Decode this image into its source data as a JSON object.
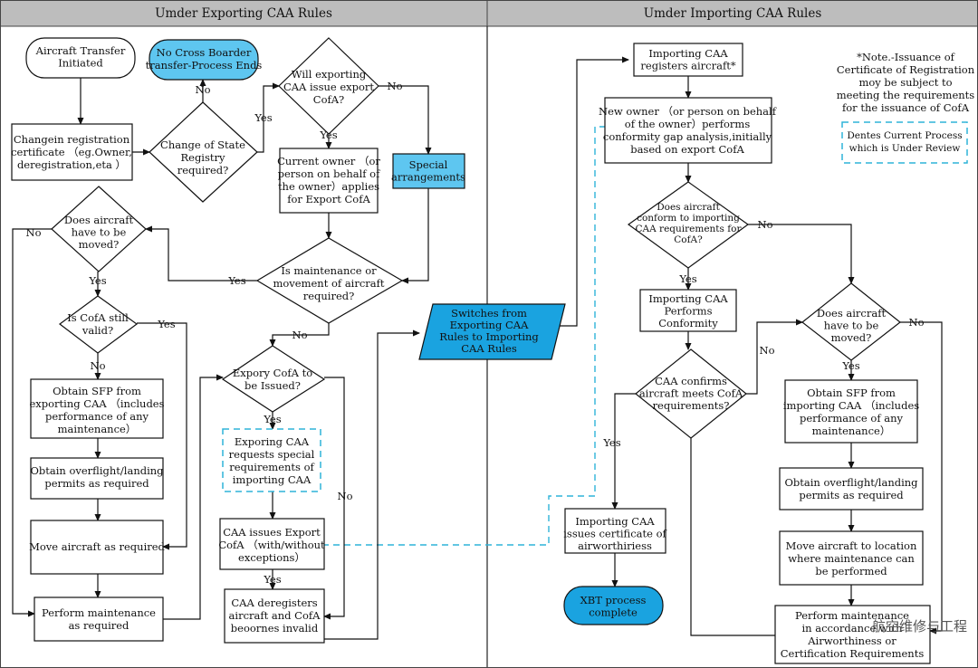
{
  "headers": {
    "left": "Umder Exporting CAA Rules",
    "right": "Umder Importing CAA Rules"
  },
  "colors": {
    "header_bg": "#bdbdbd",
    "highlight_fill": "#5ec6f0",
    "switch_fill": "#1aa3e0",
    "review_dash": "#2fb3d9",
    "line": "#111111"
  },
  "nodes": {
    "aircraft_transfer": [
      "Aircraft Transfer",
      "Initiated"
    ],
    "no_cross_border": [
      "No Cross Boarder",
      "transfer-Process Ends"
    ],
    "will_exporting": [
      "Will exporting",
      "CAA issue export",
      "CofA?"
    ],
    "change_registration": [
      "Changein registration",
      "certificate （eg.Owner,",
      "deregistration,eta ）"
    ],
    "change_state": [
      "Change of State",
      "Registry",
      "required?"
    ],
    "current_owner": [
      "Current owner （or",
      "person on behalf of",
      "the owner）applies",
      "for Export CofA"
    ],
    "special_arrangements": [
      "Special",
      "arrangements"
    ],
    "does_aircraft_moved_left": [
      "Does aircraft",
      "have to be",
      "moved?"
    ],
    "is_maintenance": [
      "Is maintenance or",
      "movement of aircraft",
      "required?"
    ],
    "is_cofa_valid": [
      "Is CofA still",
      "valid?"
    ],
    "export_cofa_issued": [
      "Expory CofA to",
      "be Issued?"
    ],
    "obtain_sfp_export": [
      "Obtain SFP from",
      "exporting CAA （includes",
      "performance of any",
      "maintenance）"
    ],
    "exporting_caa_requests": [
      "Exporing CAA",
      "requests special",
      "requirements of",
      "importing CAA"
    ],
    "obtain_overflight_left": [
      "Obtain overflight/landing",
      "permits as required"
    ],
    "move_aircraft_left": [
      "Move aircraft as required"
    ],
    "caa_issues_export": [
      "CAA issues Export",
      "CofA （with/without",
      "exceptions）"
    ],
    "perform_maintenance_left": [
      "Perform maintenance",
      "as required"
    ],
    "caa_deregisters": [
      "CAA deregisters",
      "aircraft and CofA",
      "beoornes invalid"
    ],
    "switches": [
      "Switches from",
      "Exporting CAA",
      "Rules to Importing",
      "CAA Rules"
    ],
    "importing_registers": [
      "Importing CAA",
      "registers aircraft*"
    ],
    "new_owner": [
      "New owner （or person on behalf",
      "of the owner）performs",
      "conformity gap analysis,initially",
      "based on export CofA"
    ],
    "does_conform": [
      "Does aircraft",
      "conform to importing",
      "CAA requirements for",
      "CofA?"
    ],
    "importing_performs": [
      "Importing CAA",
      "Performs",
      "Conformity"
    ],
    "does_aircraft_moved_right": [
      "Does aircraft",
      "have to be",
      "moved?"
    ],
    "caa_confirms": [
      "CAA confirms",
      "aircraft meets CofA",
      "requirements?"
    ],
    "obtain_sfp_import": [
      "Obtain SFP from",
      "importing CAA （includes",
      "performance of any",
      "maintenance）"
    ],
    "obtain_overflight_right": [
      "Obtain overflight/landing",
      "permits as required"
    ],
    "importing_issues": [
      "Importing CAA",
      "issues certificate of",
      "airworthiriess"
    ],
    "move_aircraft_right": [
      "Move aircraft to location",
      "where maintenance can",
      "be performed"
    ],
    "xbt_complete": [
      "XBT process",
      "complete"
    ],
    "perform_maintenance_right": [
      "Perform maintenance",
      "in accordance with",
      "Airworthiness or",
      "Certification Requirements"
    ]
  },
  "note": [
    "*Note.-Issuance of",
    "Certificate of Registration",
    "moy be subject to",
    "meeting the requirements",
    "for the issuance of CofA"
  ],
  "legend": [
    "Dentes Current Process",
    "which is Under Review"
  ],
  "labels": {
    "no": "No",
    "yes": "Yes"
  },
  "watermark": "航空维修与工程"
}
